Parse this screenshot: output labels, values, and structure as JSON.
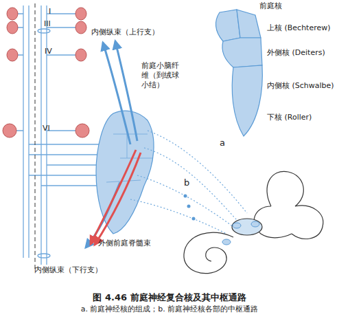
{
  "diagram": {
    "caption": "图 4.46 前庭神经复合核及其中枢通路",
    "labels": [
      "I",
      "III",
      "IV",
      "VI",
      "内侧纵束（上行支）",
      "前庭小脑纤维（到绒球小结）",
      "前庭核",
      "上核 (Bechterew)",
      "外侧核 (Deiters)",
      "内侧核 (Schwalbe)",
      "下核 (Roller)",
      "a",
      "b",
      "外侧前庭脊髓束",
      "内侧纵束（下行支）",
      "a. 前庭神经核的组成；b. 前庭神经核各部的中枢通路"
    ]
  }
}
